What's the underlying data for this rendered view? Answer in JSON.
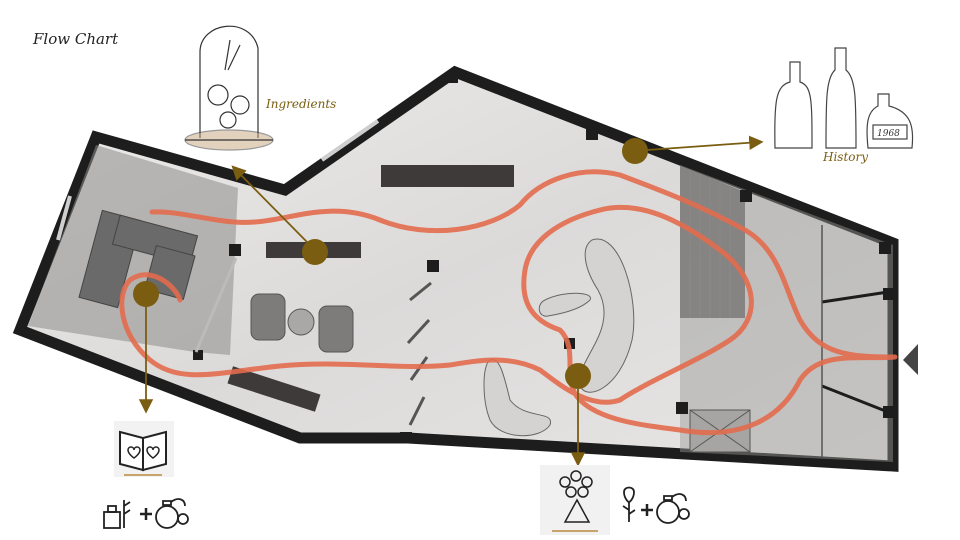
{
  "title": "Flow Chart",
  "labels": {
    "ingredients": "Ingredients",
    "history": "History"
  },
  "colors": {
    "wall": "#1d1d1d",
    "floor": "#e4e2e1",
    "path": "#e26c4e",
    "marker": "#7a5d10",
    "arrow": "#7a5d10",
    "furniture": "#6a6a6a",
    "dark_wood": "#3d3a39"
  },
  "icons": {
    "book": "book-with-hearts-icon",
    "mix_left": "bottle-plus-perfume-icon",
    "flowers": "flower-bouquet-icon",
    "mix_right": "rose-plus-perfume-icon",
    "bell_jar": "bell-jar-roses-sketch",
    "bottles": "vintage-bottles-sketch",
    "entrance": "entrance-arrow-icon"
  },
  "bottle_year": "1968"
}
